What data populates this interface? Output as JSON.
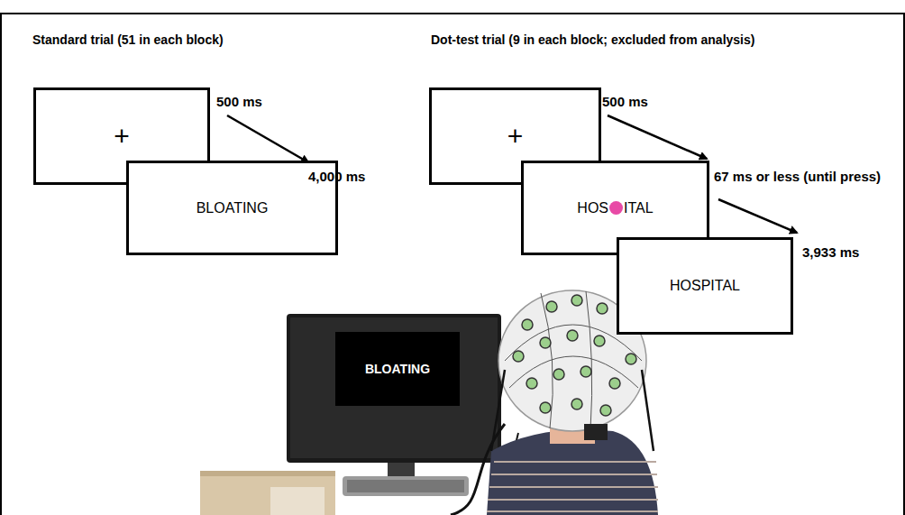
{
  "diagram": {
    "nodes": [
      {
        "text": [
          "+"
        ]
      },
      {
        "text": [
          "BLOATING"
        ]
      },
      {
        "text": [
          "+"
        ]
      },
      {
        "text": [
          "HOS",
          "ITAL"
        ]
      },
      {
        "text": [
          "HOSPITAL"
        ]
      },
      {
        "text": [
          "BLOATING"
        ]
      }
    ],
    "labels": [
      "Standard trial (51 in each block)",
      "Dot-test trial (9 in each block; excluded from analysis)",
      "500 ms",
      "4,000 ms",
      "500 ms",
      "67 ms or less (until press)",
      "3,933 ms"
    ]
  }
}
